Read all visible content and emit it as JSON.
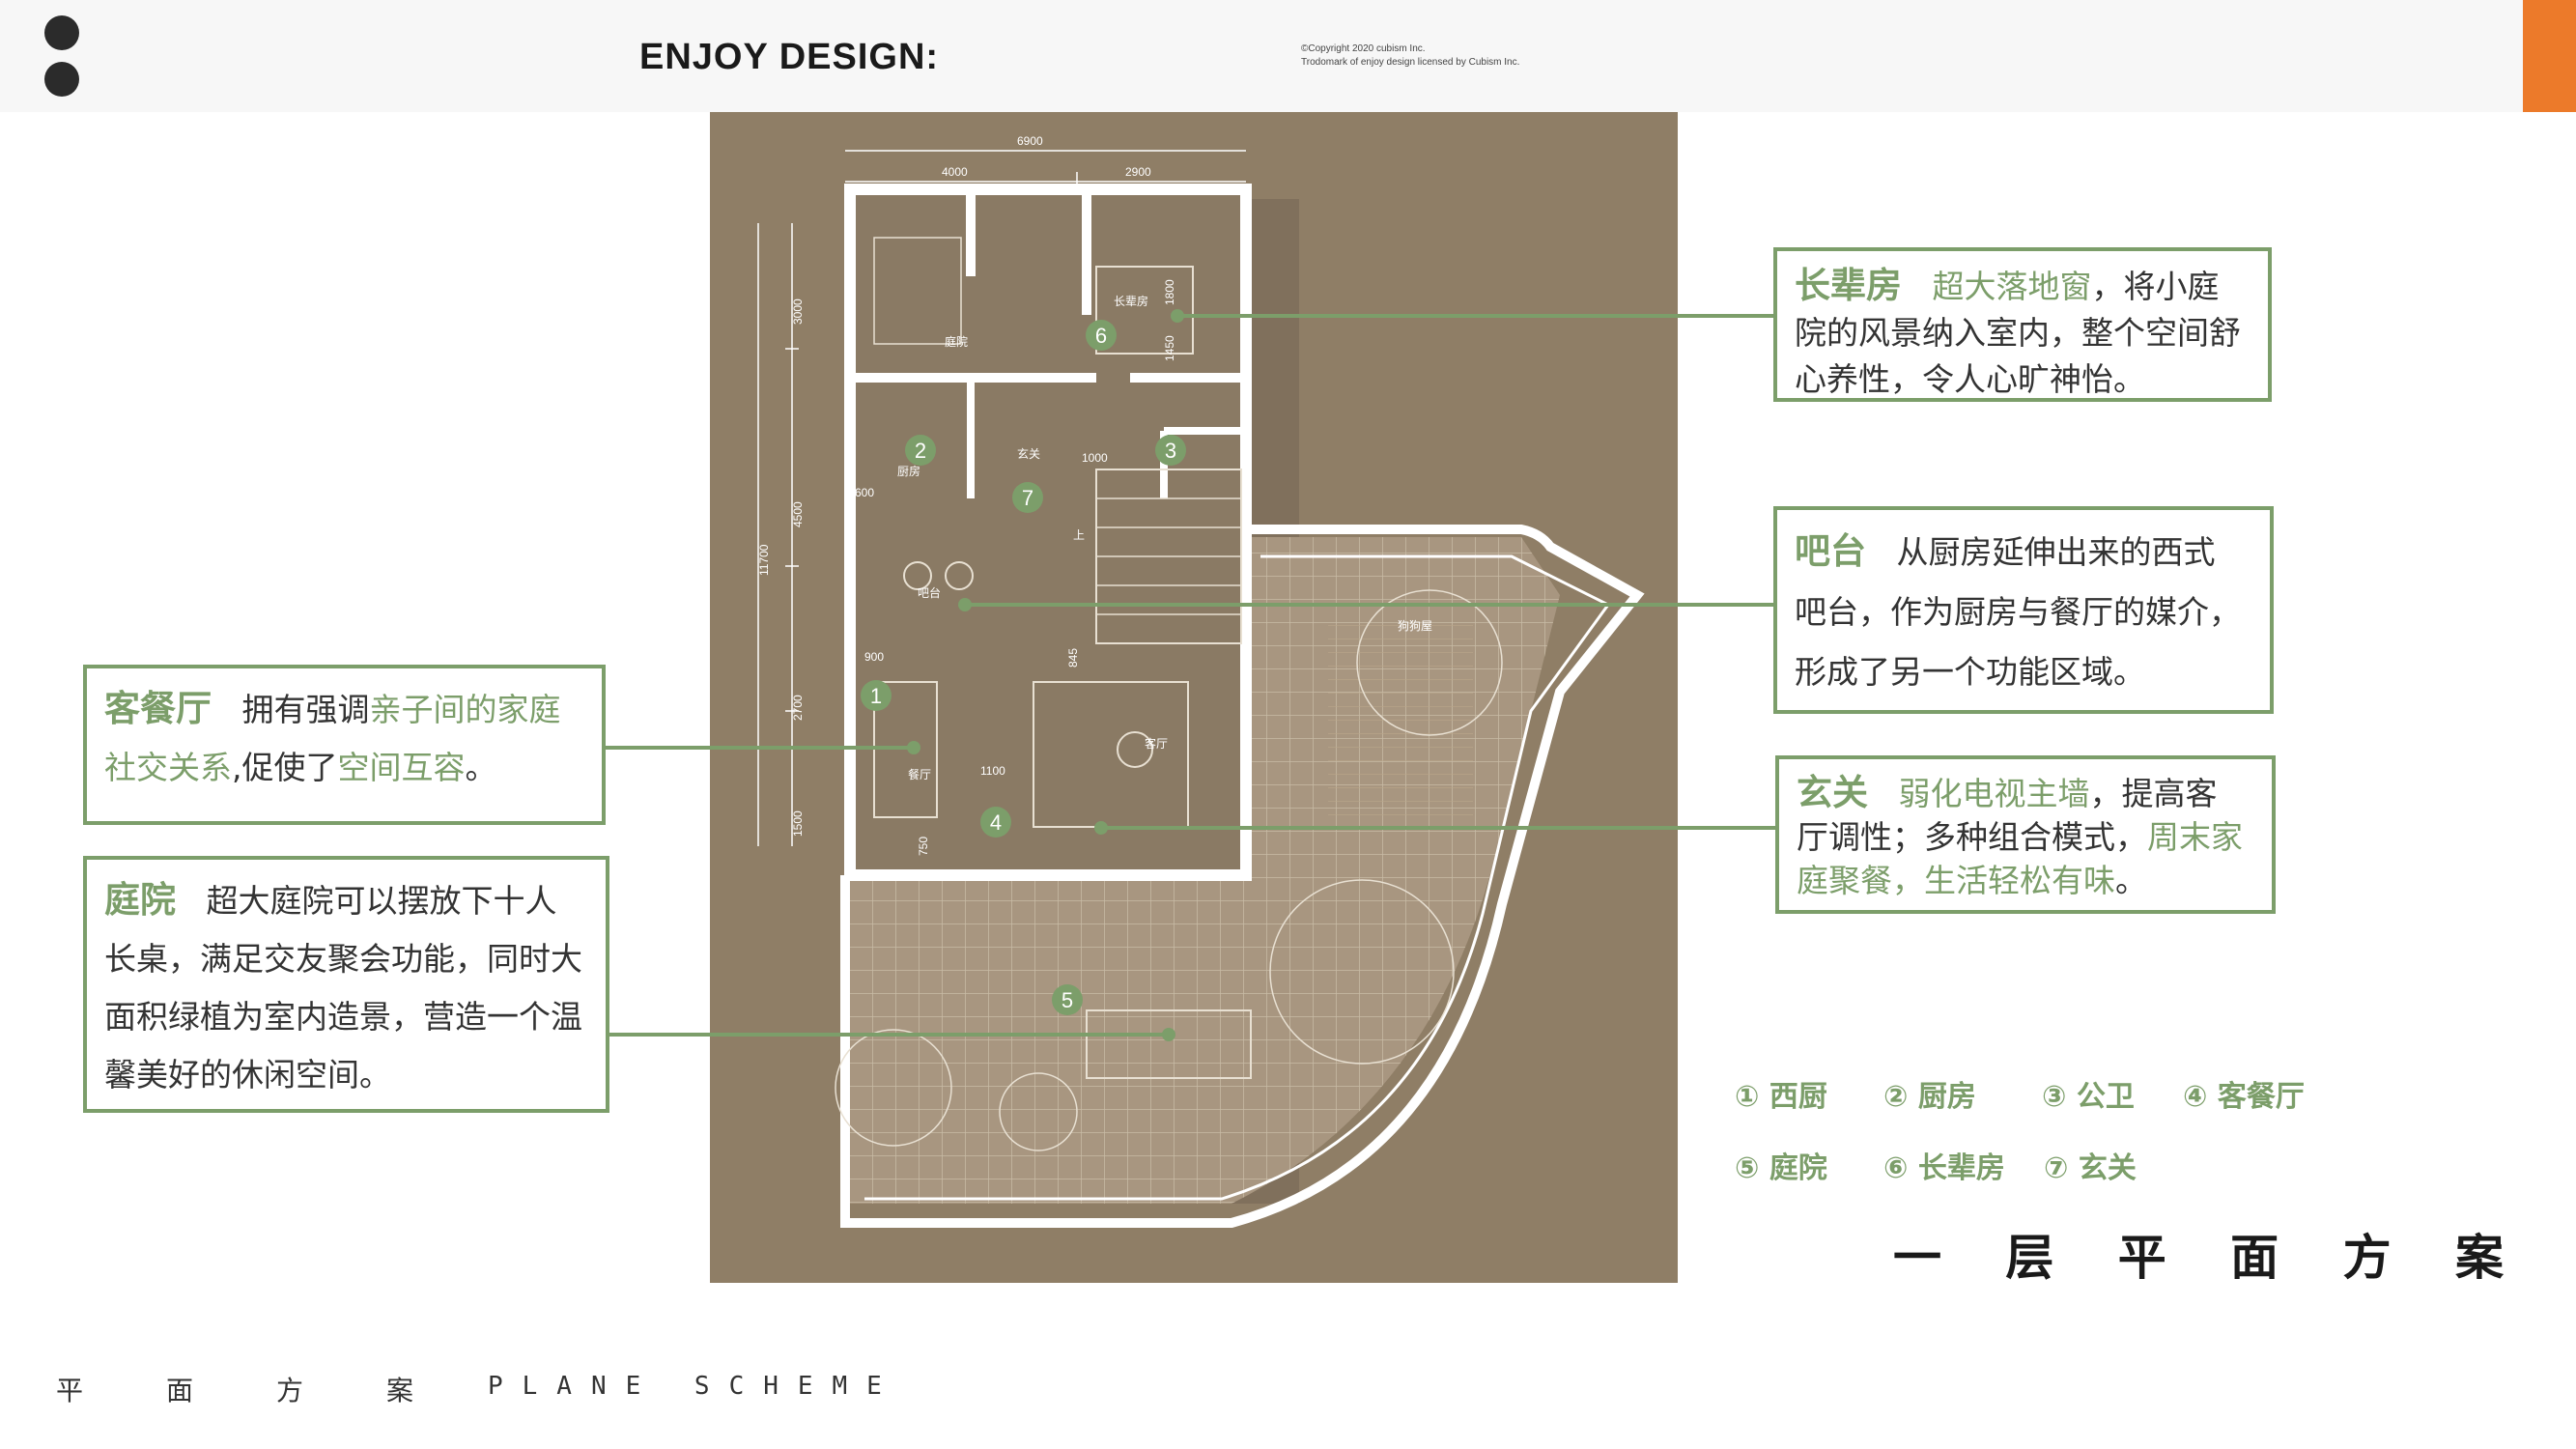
{
  "header": {
    "brand": "ENJOY DESIGN:",
    "copyright_line1": "©Copyright 2020 cubism Inc.",
    "copyright_line2": "Trodomark of enjoy design licensed by Cubism Inc."
  },
  "plan": {
    "dimensions": {
      "total_width": "6900",
      "left_width": "4000",
      "right_width": "2900",
      "total_height": "11700",
      "seg_3000": "3000",
      "seg_4500": "4500",
      "seg_2700": "2700",
      "seg_1500": "1500",
      "dim_1000": "1000",
      "dim_900": "900",
      "dim_1100": "1100",
      "dim_845": "845",
      "dim_750": "750",
      "dim_600": "600",
      "dim_1800": "1800",
      "dim_1450": "1450"
    },
    "room_labels": {
      "courtyard_top": "庭院",
      "elder_room": "长辈房",
      "kitchen": "厨房",
      "foyer": "玄关",
      "bar": "吧台",
      "dining": "餐厅",
      "living": "客厅",
      "doghouse": "狗狗屋",
      "up": "上"
    },
    "markers": [
      "1",
      "2",
      "3",
      "4",
      "5",
      "6",
      "7"
    ]
  },
  "callouts": {
    "elder": {
      "title": "长辈房",
      "hl1": "超大落地窗",
      "t1": "，将小庭",
      "t2": "院的风景纳入室内，整个空间舒",
      "t3": "心养性，令人心旷神怡。"
    },
    "bar": {
      "title": "吧台",
      "t1": "从厨房延伸出来的西式",
      "t2": "吧台，作为厨房与餐厅的媒介，",
      "t3": "形成了另一个功能区域。"
    },
    "foyer": {
      "title": "玄关",
      "hl1": "弱化电视主墙",
      "t1": "，提高客",
      "t2": "厅调性；多种组合模式，",
      "hl2": "周末家",
      "hl3": "庭聚餐，生活轻松有味",
      "t3": "。"
    },
    "living": {
      "title": "客餐厅",
      "t1": "拥有强调",
      "hl1": "亲子间的家庭",
      "hl2": "社交关系",
      "t2": ",促使了",
      "hl3": "空间互容",
      "t3": "。"
    },
    "courtyard": {
      "title": "庭院",
      "t1": "超大庭院可以摆放下十人",
      "t2": "长桌，满足交友聚会功能，同时大",
      "t3": "面积绿植为室内造景，营造一个温",
      "t4": "馨美好的休闲空间。"
    }
  },
  "legend": [
    "① 西厨",
    "② 厨房",
    "③ 公卫",
    "④ 客餐厅",
    "⑤ 庭院",
    "⑥ 长辈房",
    "⑦ 玄关"
  ],
  "plan_title_chars": [
    "一",
    "层",
    "平",
    "面",
    "方",
    "案"
  ],
  "footer": {
    "cn_chars": [
      "平",
      "面",
      "方",
      "案"
    ],
    "en": "PLANE SCHEME"
  },
  "colors": {
    "accent_green": "#7c9e6a",
    "orange": "#ec7a2a",
    "kraft": "#8f7e66"
  }
}
